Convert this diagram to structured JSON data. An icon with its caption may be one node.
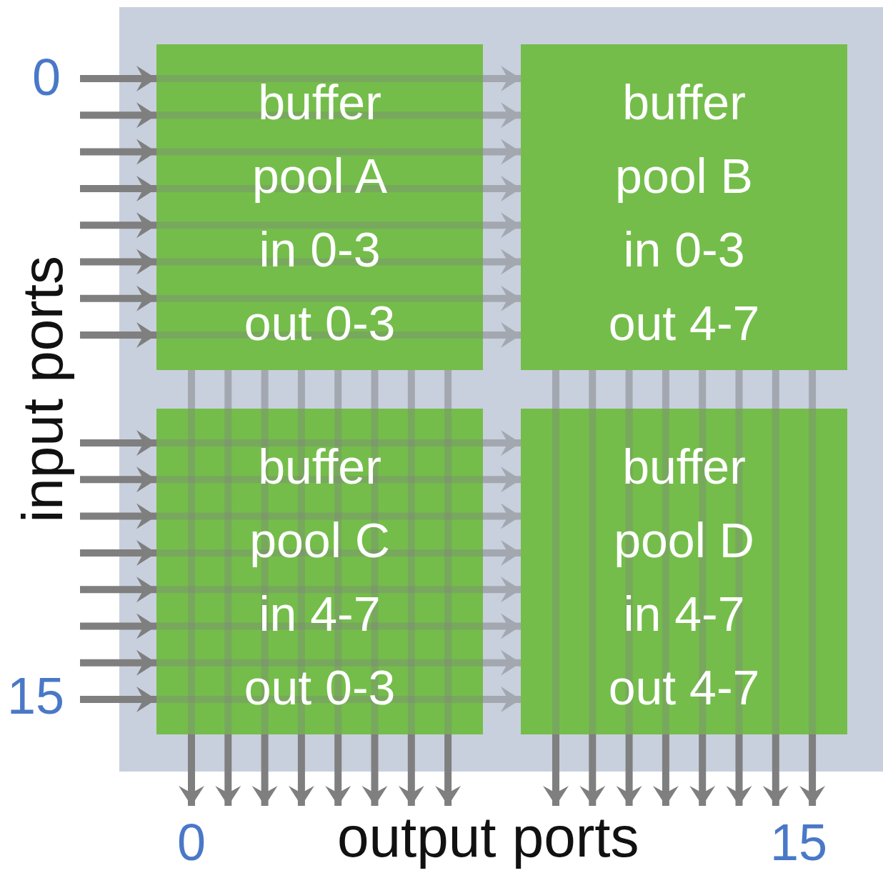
{
  "diagram": {
    "nodes": [
      {
        "text": [
          "buffer pool A in 0-3 out 0-3"
        ]
      },
      {
        "text": [
          "buffer pool B in 0-3 out 4-7"
        ]
      },
      {
        "text": [
          "buffer pool C in 4-7 out 0-3"
        ]
      },
      {
        "text": [
          "buffer pool D in 4-7 out 4-7"
        ]
      },
      {
        "text": [
          "input ports"
        ]
      },
      {
        "text": [
          "output ports"
        ]
      }
    ],
    "edges": [
      {
        "from": null,
        "to": 0,
        "arrow": "to"
      },
      {
        "from": null,
        "to": 0,
        "arrow": "to"
      },
      {
        "from": null,
        "to": 0,
        "arrow": "to"
      },
      {
        "from": null,
        "to": 0,
        "arrow": "to"
      },
      {
        "from": null,
        "to": 0,
        "arrow": "to"
      },
      {
        "from": 4,
        "to": 0,
        "arrow": "to"
      },
      {
        "from": 4,
        "to": 0,
        "arrow": "to"
      },
      {
        "from": 4,
        "to": 0,
        "arrow": "to"
      },
      {
        "from": 4,
        "to": 2,
        "arrow": "to"
      },
      {
        "from": 4,
        "to": 2,
        "arrow": "to"
      },
      {
        "from": 4,
        "to": 2,
        "arrow": "to"
      },
      {
        "from": null,
        "to": 2,
        "arrow": "to"
      },
      {
        "from": null,
        "to": 2,
        "arrow": "to"
      },
      {
        "from": null,
        "to": 2,
        "arrow": "to"
      },
      {
        "from": null,
        "to": 2,
        "arrow": "to"
      },
      {
        "from": null,
        "to": 2,
        "arrow": "to"
      },
      {
        "from": 0,
        "to": 1,
        "arrow": "to",
        "color": "#a3a8b0"
      },
      {
        "from": 0,
        "to": 1,
        "arrow": "to",
        "color": "#a3a8b0"
      },
      {
        "from": 0,
        "to": 1,
        "arrow": "to",
        "color": "#a3a8b0"
      },
      {
        "from": 0,
        "to": 1,
        "arrow": "to",
        "color": "#a3a8b0"
      },
      {
        "from": 0,
        "to": 1,
        "arrow": "to",
        "color": "#a3a8b0"
      },
      {
        "from": 0,
        "to": 1,
        "arrow": "to",
        "color": "#a3a8b0"
      },
      {
        "from": 0,
        "to": 1,
        "arrow": "to",
        "color": "#a3a8b0"
      },
      {
        "from": 0,
        "to": 1,
        "arrow": "to",
        "color": "#a3a8b0"
      },
      {
        "from": 2,
        "to": 3,
        "arrow": "to",
        "color": "#a3a8b0"
      },
      {
        "from": 2,
        "to": 3,
        "arrow": "to",
        "color": "#a3a8b0"
      },
      {
        "from": 2,
        "to": 3,
        "arrow": "to",
        "color": "#a3a8b0"
      },
      {
        "from": 2,
        "to": 3,
        "arrow": "to",
        "color": "#a3a8b0"
      },
      {
        "from": 2,
        "to": 3,
        "arrow": "to",
        "color": "#a3a8b0"
      },
      {
        "from": 2,
        "to": 3,
        "arrow": "to",
        "color": "#a3a8b0"
      },
      {
        "from": 2,
        "to": 3,
        "arrow": "to",
        "color": "#a3a8b0"
      },
      {
        "from": 2,
        "to": 3,
        "arrow": "to",
        "color": "#a3a8b0"
      },
      {
        "from": 0,
        "to": 2,
        "arrow": "none",
        "color": "#a3a8b0"
      },
      {
        "from": 0,
        "to": 2,
        "arrow": "none",
        "color": "#a3a8b0"
      },
      {
        "from": 0,
        "to": 2,
        "arrow": "none",
        "color": "#a3a8b0"
      },
      {
        "from": 0,
        "to": 2,
        "arrow": "none",
        "color": "#a3a8b0"
      },
      {
        "from": 0,
        "to": 2,
        "arrow": "none",
        "color": "#a3a8b0"
      },
      {
        "from": 0,
        "to": 2,
        "arrow": "none",
        "color": "#a3a8b0"
      },
      {
        "from": 0,
        "to": 2,
        "arrow": "none",
        "color": "#a3a8b0"
      },
      {
        "from": 0,
        "to": 2,
        "arrow": "none",
        "color": "#a3a8b0"
      },
      {
        "from": 1,
        "to": 3,
        "arrow": "none",
        "color": "#a3a8b0"
      },
      {
        "from": 1,
        "to": 3,
        "arrow": "none",
        "color": "#a3a8b0"
      },
      {
        "from": 1,
        "to": 3,
        "arrow": "none",
        "color": "#a3a8b0"
      },
      {
        "from": 1,
        "to": 3,
        "arrow": "none",
        "color": "#a3a8b0"
      },
      {
        "from": 1,
        "to": 3,
        "arrow": "none",
        "color": "#a3a8b0"
      },
      {
        "from": 1,
        "to": 3,
        "arrow": "none",
        "color": "#a3a8b0"
      },
      {
        "from": 1,
        "to": 3,
        "arrow": "none",
        "color": "#a3a8b0"
      },
      {
        "from": 1,
        "to": 3,
        "arrow": "none",
        "color": "#a3a8b0"
      },
      {
        "from": 2,
        "to": null,
        "arrow": "to"
      },
      {
        "from": 2,
        "to": null,
        "arrow": "to"
      },
      {
        "from": 2,
        "to": null,
        "arrow": "to"
      },
      {
        "from": 2,
        "to": 5,
        "arrow": "to"
      },
      {
        "from": 2,
        "to": 5,
        "arrow": "to"
      },
      {
        "from": 2,
        "to": 5,
        "arrow": "to"
      },
      {
        "from": 2,
        "to": 5,
        "arrow": "to"
      },
      {
        "from": 2,
        "to": 5,
        "arrow": "to"
      },
      {
        "from": 3,
        "to": 5,
        "arrow": "to"
      },
      {
        "from": 3,
        "to": 5,
        "arrow": "to"
      },
      {
        "from": 3,
        "to": 5,
        "arrow": "to"
      },
      {
        "from": 3,
        "to": 5,
        "arrow": "to"
      },
      {
        "from": 3,
        "to": null,
        "arrow": "to"
      },
      {
        "from": 3,
        "to": null,
        "arrow": "to"
      },
      {
        "from": 3,
        "to": null,
        "arrow": "to"
      },
      {
        "from": 3,
        "to": null,
        "arrow": "to"
      }
    ],
    "labels": [
      "0",
      "15",
      "0",
      "15"
    ]
  }
}
